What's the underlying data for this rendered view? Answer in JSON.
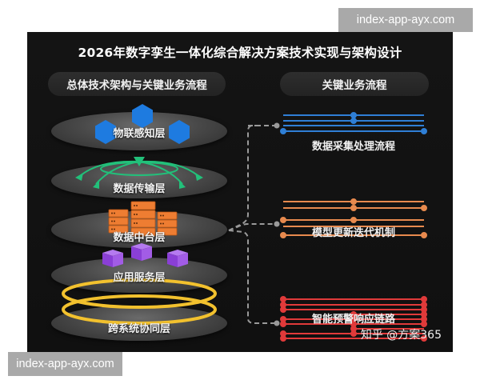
{
  "title": "2026年数字孪生一体化综合解决方案技术实现与架构设计",
  "left_section": {
    "header": "总体技术架构与关键业务流程",
    "layers": [
      {
        "label": "物联感知层",
        "icon": "hexagon-icon",
        "color": "#1e7be0"
      },
      {
        "label": "数据传输层",
        "icon": "network-arrows-icon",
        "color": "#22c07a"
      },
      {
        "label": "数据中台层",
        "icon": "server-stack-icon",
        "color": "#ee7d32"
      },
      {
        "label": "应用服务层",
        "icon": "cube-icon",
        "color": "#9b4de0"
      },
      {
        "label": "跨系统协同层",
        "icon": "ring-icon",
        "color": "#f2c12e"
      }
    ]
  },
  "right_section": {
    "header": "关键业务流程",
    "flows": [
      {
        "label": "数据采集处理流程",
        "color": "#2f7fd6"
      },
      {
        "label": "模型更新迭代机制",
        "color": "#e88a4e"
      },
      {
        "label": "智能预警响应链路",
        "color": "#e03a3a"
      }
    ]
  },
  "credit": "知乎 @方案365",
  "watermarks": {
    "top": "index-app-ayx.com",
    "bottom": "index-app-ayx.com"
  },
  "colors": {
    "panel_bg": "#121212",
    "connector": "#9a9a9a"
  }
}
